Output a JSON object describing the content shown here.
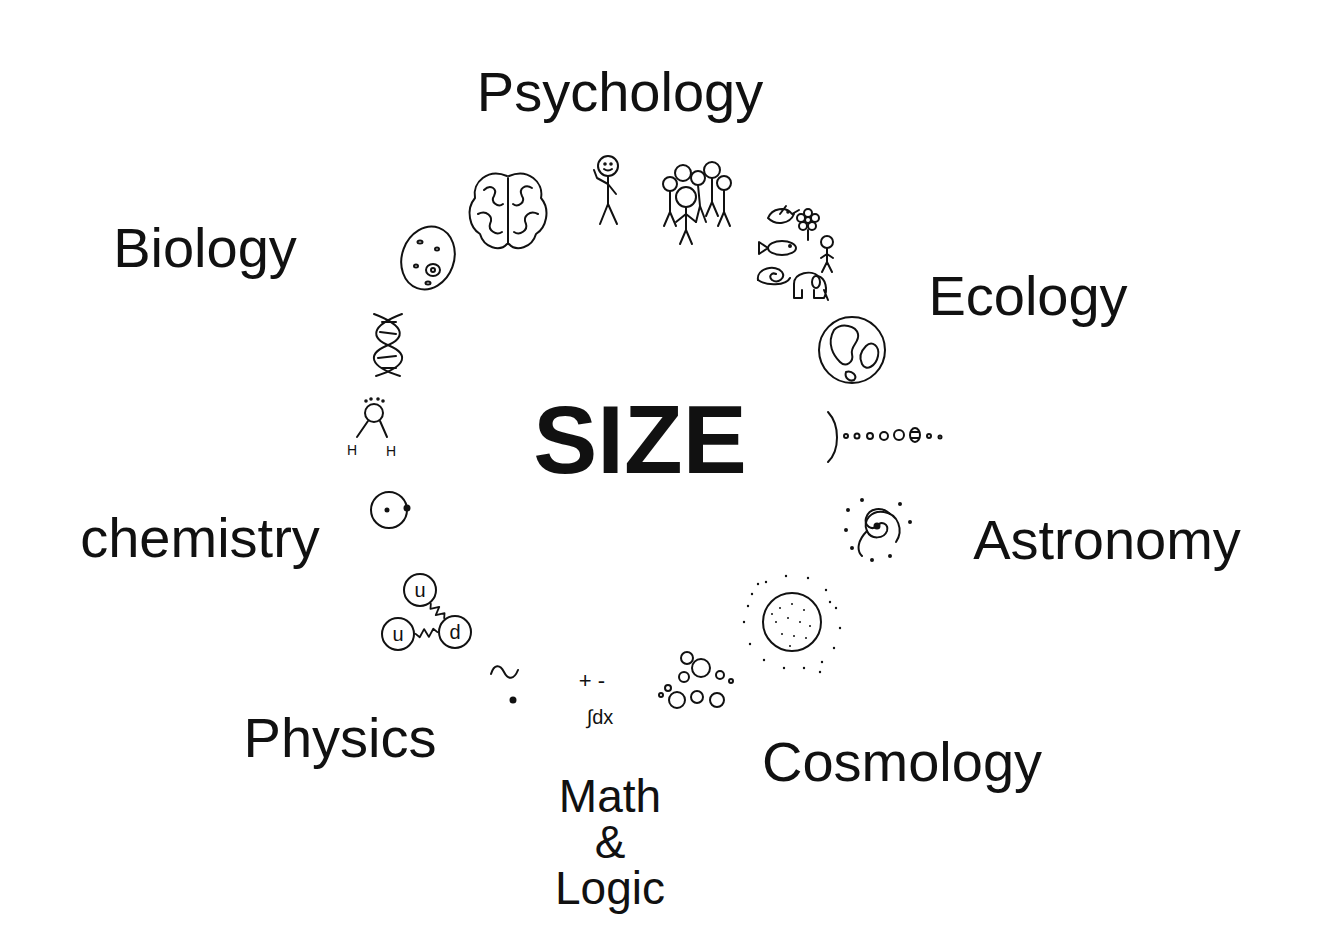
{
  "diagram": {
    "title": "SIZE",
    "nodes": [
      {
        "text": [
          "u"
        ]
      },
      {
        "text": [
          "u"
        ]
      },
      {
        "text": [
          "d"
        ]
      }
    ],
    "edges": [
      {
        "from": 0,
        "to": 2,
        "arrow": "none"
      },
      {
        "from": 1,
        "to": 2,
        "arrow": "none"
      }
    ],
    "labels": [
      "Psychology",
      "Biology",
      "Ecology",
      "chemistry",
      "Astronomy",
      "Physics",
      "Cosmology",
      "Math & Logic",
      "H",
      "H",
      "+ -",
      "∫dx"
    ]
  }
}
